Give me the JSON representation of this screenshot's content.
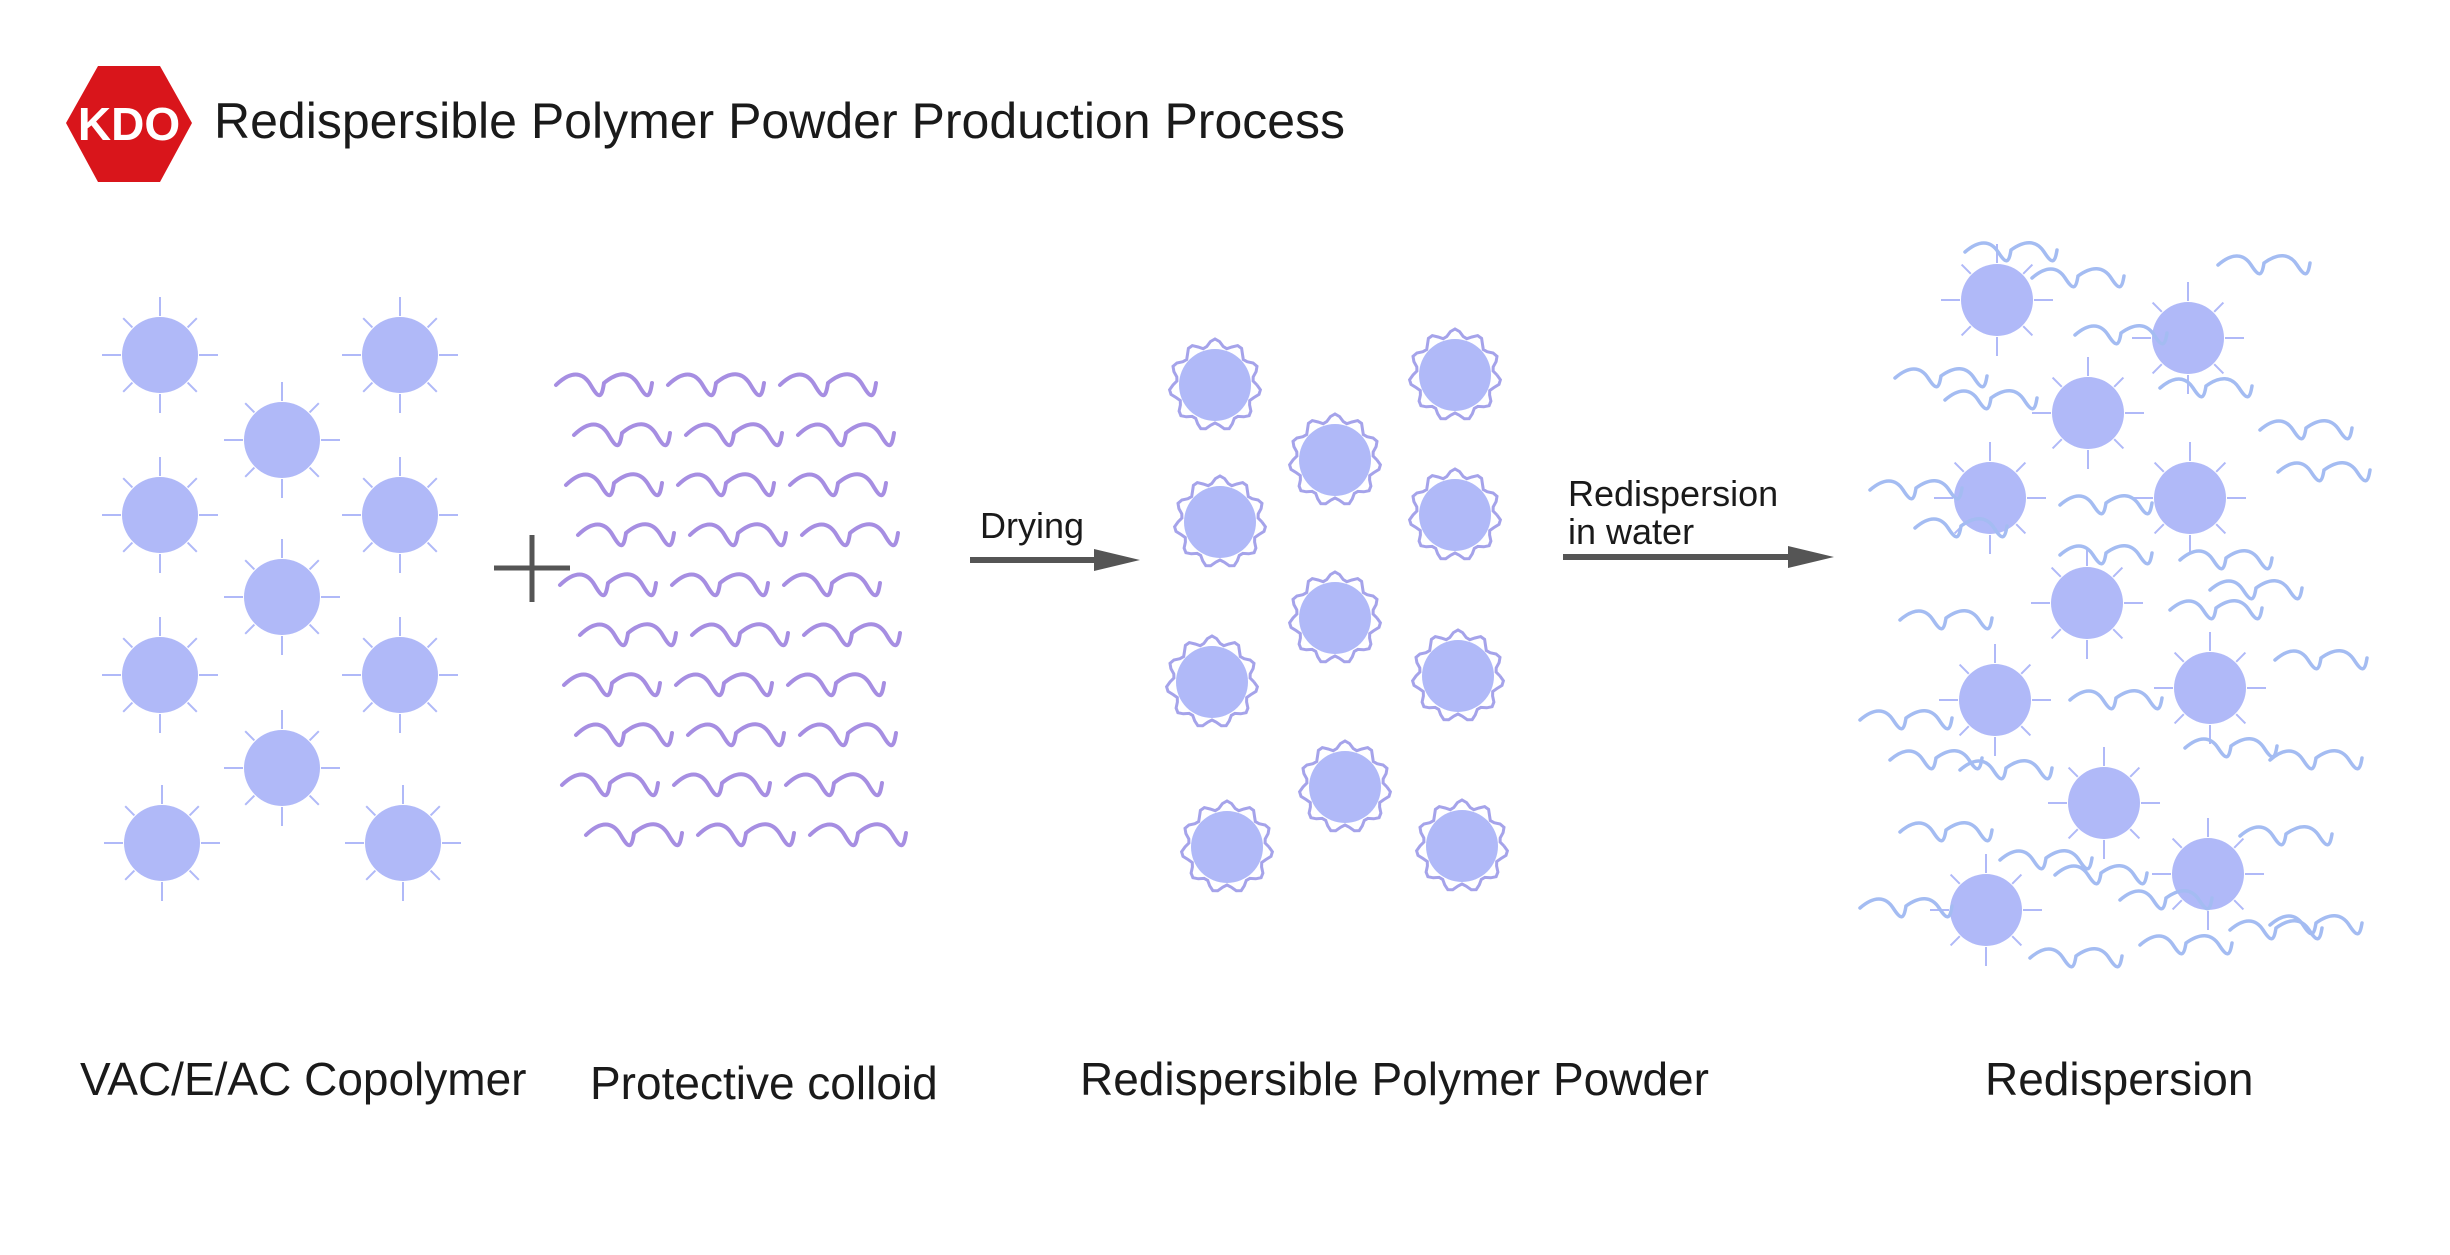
{
  "header": {
    "logo_text": "KDO",
    "title": "Redispersible Polymer Powder Production Process",
    "logo_color": "#d9151b"
  },
  "colors": {
    "particle": "#b0b9f8",
    "colloid": "#a68ee2",
    "powder_coat": "#a5a3ea",
    "redispersion_wave": "#a4bcf2",
    "arrow": "#555555",
    "plus": "#555555"
  },
  "arrows": {
    "drying": "Drying",
    "redispersion_line1": "Redispersion",
    "redispersion_line2": "in water"
  },
  "labels": {
    "copolymer": "VAC/E/AC Copolymer",
    "colloid": "Protective colloid",
    "powder": "Redispersible Polymer Powder",
    "redispersion": "Redispersion"
  },
  "icons": [
    "logo-hexagon-icon",
    "plus-icon",
    "arrow-right-icon"
  ]
}
